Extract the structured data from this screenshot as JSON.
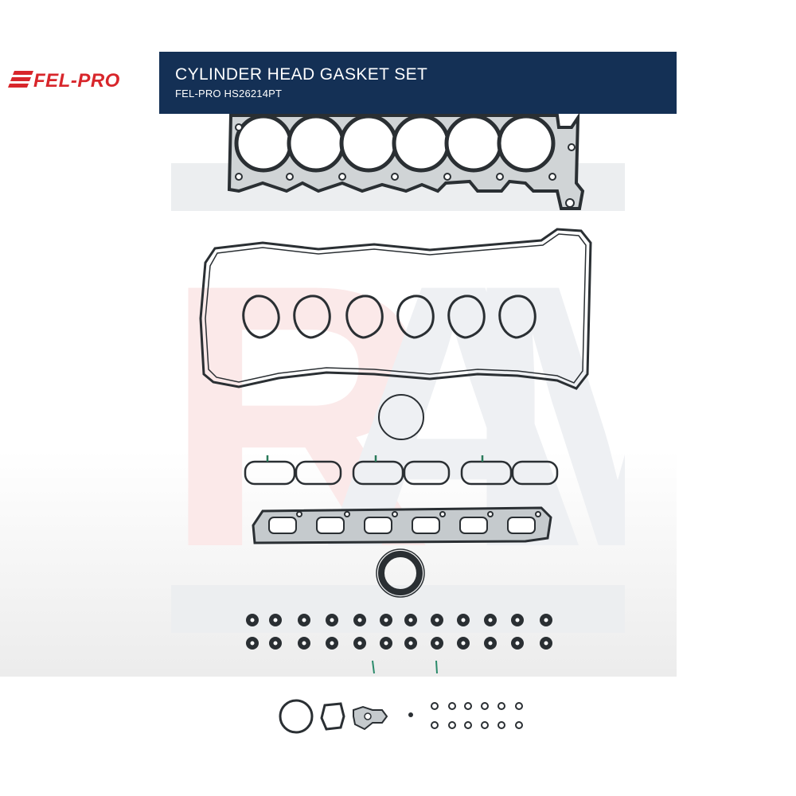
{
  "brand": {
    "logo_text": "FEL-PRO",
    "accent_color": "#d8262b"
  },
  "header": {
    "title": "CYLINDER HEAD GASKET SET",
    "part_number": "FEL-PRO HS26214PT",
    "background_color": "#143055"
  },
  "watermark": {
    "text": "RAM",
    "color": "#e8ecef"
  },
  "image": {
    "subject": "gasket-set-product-photo"
  }
}
